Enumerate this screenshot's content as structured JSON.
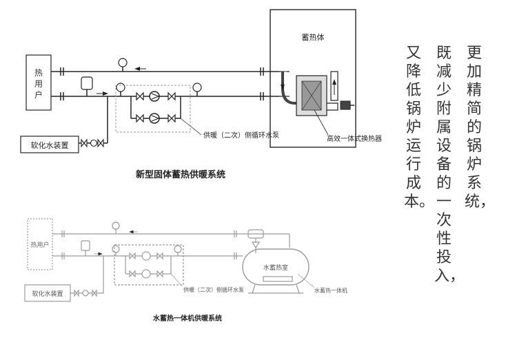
{
  "top": {
    "caption": "新型固体蓄热供暖系统",
    "heat_user": [
      "热",
      "用",
      "户"
    ],
    "softener": "软化水装置",
    "storage": "蓄热体",
    "pump_label": "供暖（二次）侧循环水泵",
    "exchanger_label": "高效一体式换热器"
  },
  "bottom": {
    "caption": "水蓄热一体机供暖系统",
    "heat_user": "热用户",
    "softener": "软化水装置",
    "tank": "水蓄热室",
    "pump_label": "供暖（二次）侧循环水泵",
    "unit_label": "水蓄热一体机"
  },
  "slogan": {
    "col1": "更加精简的锅炉系统，",
    "col2": "既减少附属设备的一次性投入，",
    "col3": "又降低锅炉运行成本。"
  }
}
